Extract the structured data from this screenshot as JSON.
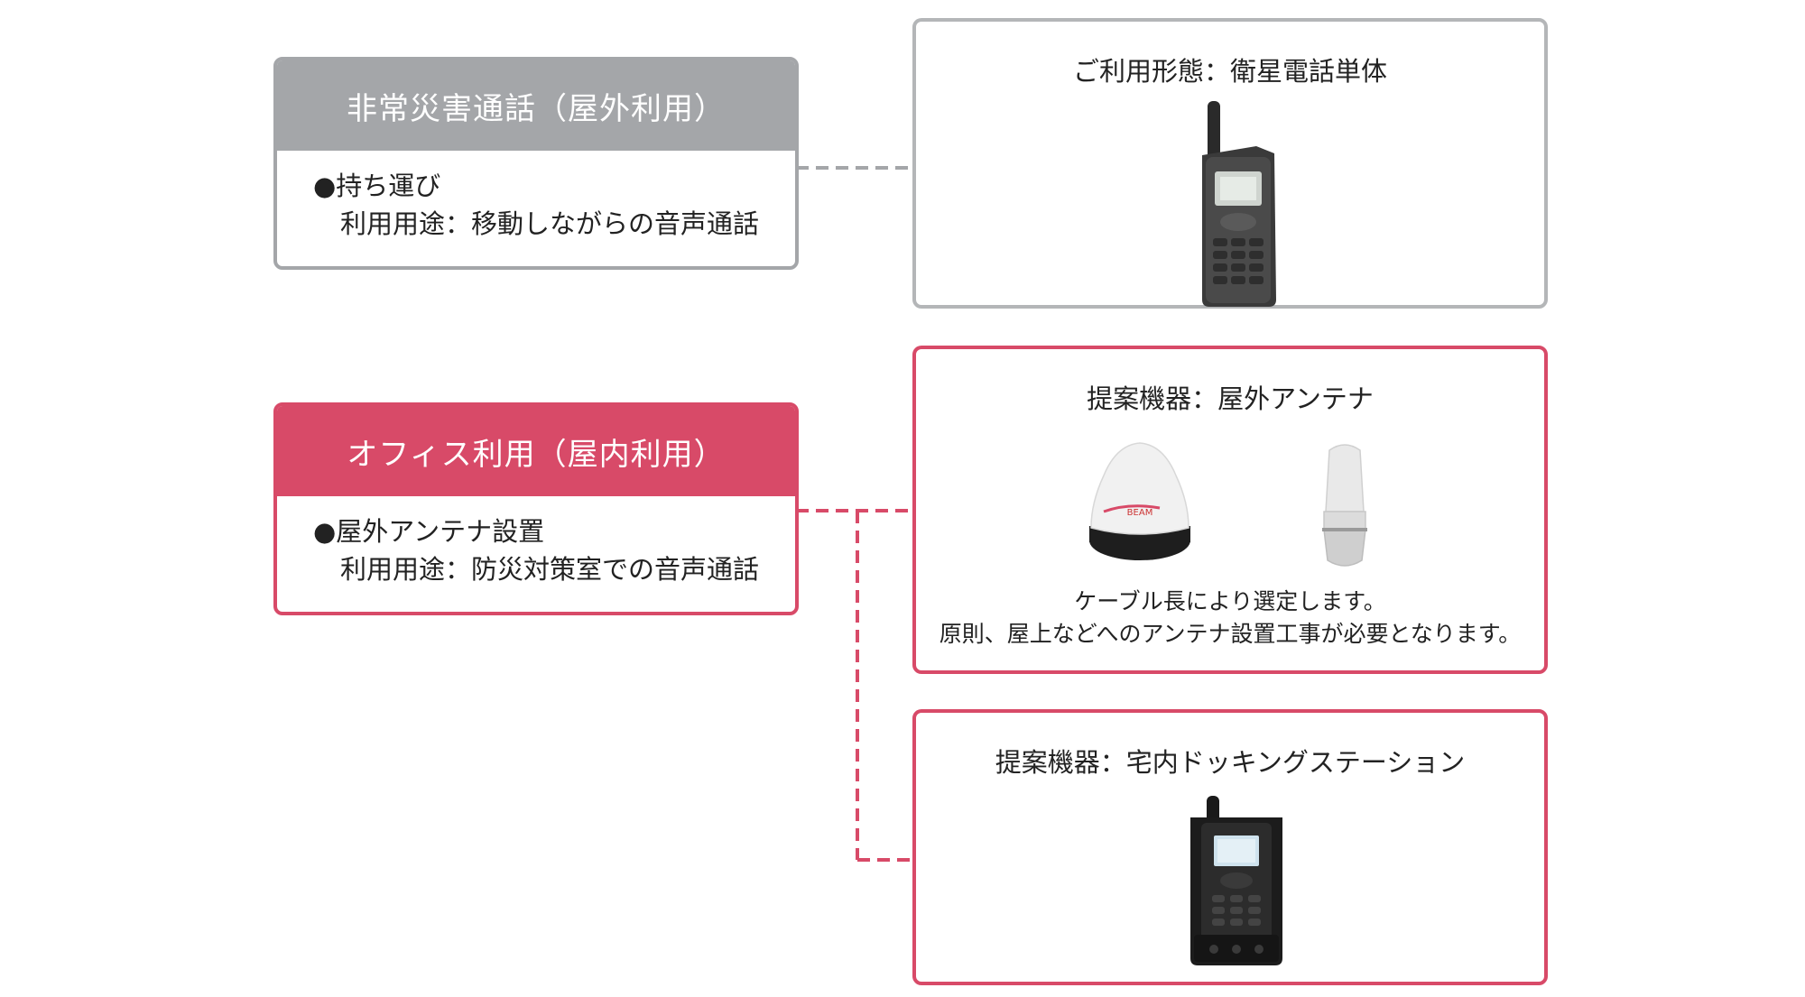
{
  "categories": [
    {
      "title": "非常災害通話（屋外利用）",
      "item": "●持ち運び",
      "purpose": "利用用途：移動しながらの音声通話"
    },
    {
      "title": "オフィス利用（屋内利用）",
      "item": "●屋外アンテナ設置",
      "purpose": "利用用途：防災対策室での音声通話"
    }
  ],
  "panels": [
    {
      "title": "ご利用形態：衛星電話単体"
    },
    {
      "title": "提案機器：屋外アンテナ",
      "note_line1": "ケーブル長により選定します。",
      "note_line2": "原則、屋上などへのアンテナ設置工事が必要となります。"
    },
    {
      "title": "提案機器：宅内ドッキングステーション"
    }
  ],
  "colors": {
    "gray": "#a4a6a9",
    "pink": "#d84a68"
  }
}
